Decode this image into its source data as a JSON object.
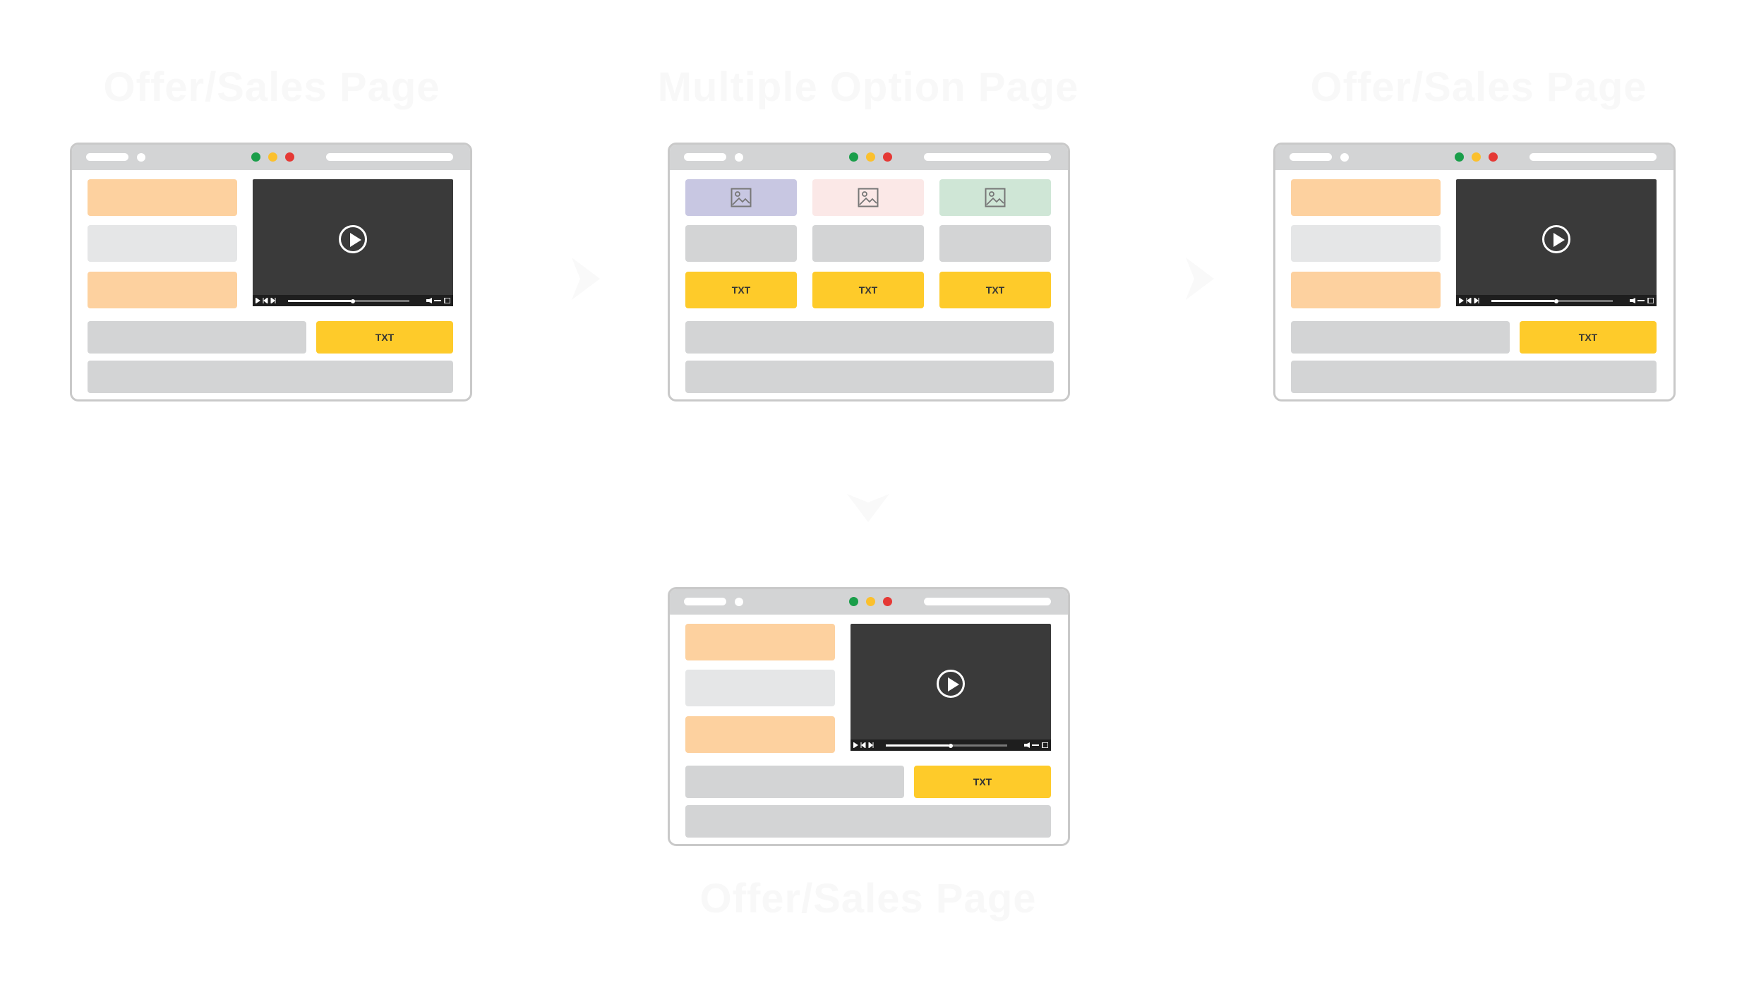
{
  "titles": {
    "top_left": "Offer/Sales Page",
    "top_center": "Multiple Option Page",
    "top_right": "Offer/Sales Page",
    "bottom_center": "Offer/Sales Page"
  },
  "buttons": {
    "cta_label": "TXT"
  },
  "colors": {
    "traffic_green": "#1a9e4a",
    "traffic_yellow": "#fbc02d",
    "traffic_red": "#e53935",
    "orange_block": "#fdd19f",
    "light_gray_block": "#e5e6e7",
    "gray_block": "#d3d4d5",
    "cta_yellow": "#fecb2a",
    "video_bg": "#3a3a3a",
    "option_purple": "#c8c7e2",
    "option_pink": "#fbe8e7",
    "option_green": "#cfe6d6"
  },
  "icons": {
    "play": "play-icon",
    "image": "image-icon",
    "arrow": "chevron-right-icon"
  }
}
